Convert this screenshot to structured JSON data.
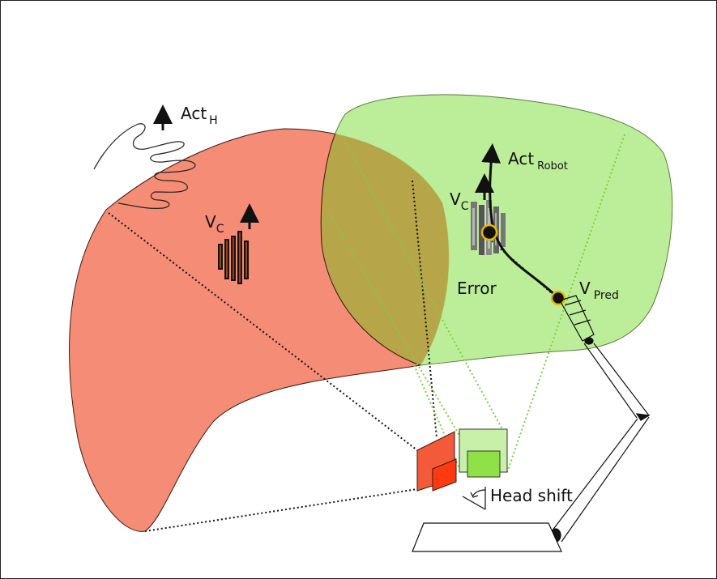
{
  "labels": {
    "act_h": {
      "main": "Act",
      "sub": "H"
    },
    "vc_left": {
      "main": "V",
      "sub": "C"
    },
    "act_robot": {
      "main": "Act",
      "sub": "Robot"
    },
    "vc_right": {
      "main": "V",
      "sub": "C"
    },
    "error": "Error",
    "v_pred": {
      "main": "V",
      "sub": "Pred"
    },
    "head_shift": "Head shift"
  },
  "colors": {
    "red_region": "#f4826a",
    "green_region": "#b5ec8f",
    "overlap": "#b7a54a",
    "dotted_black": "#111111",
    "dotted_green": "#7ccf3e",
    "marker_yellow": "#e8b800"
  }
}
